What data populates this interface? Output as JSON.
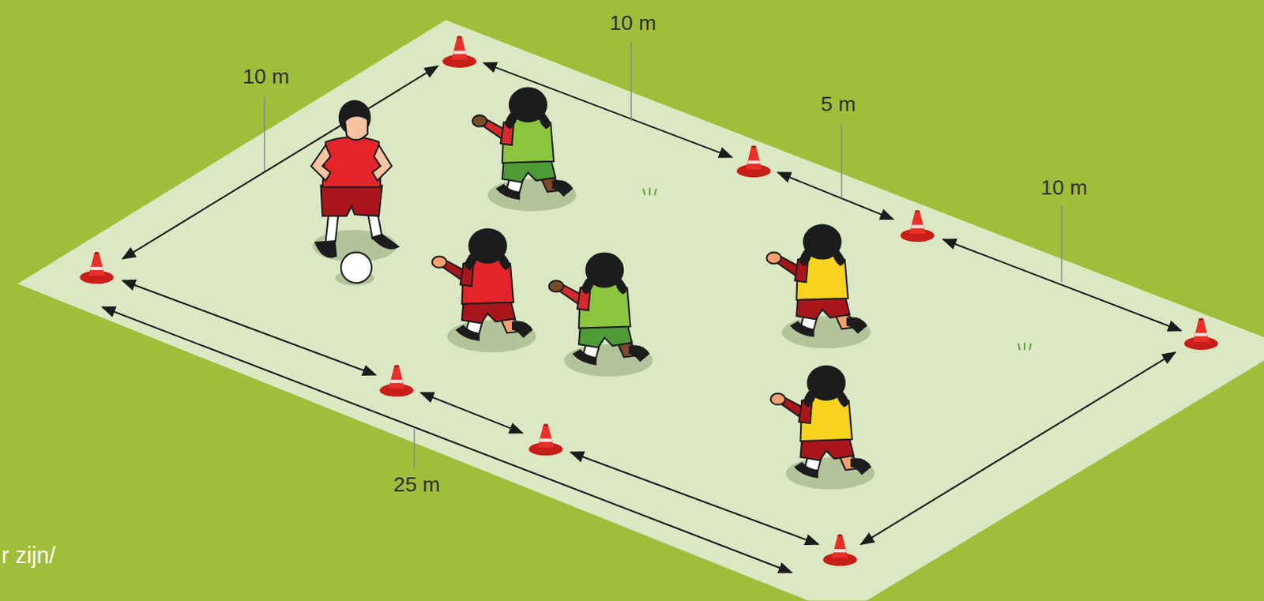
{
  "diagram": {
    "labels": [
      "10 m",
      "10 m",
      "5 m",
      "10 m",
      "25 m",
      "r zijn/"
    ]
  }
}
